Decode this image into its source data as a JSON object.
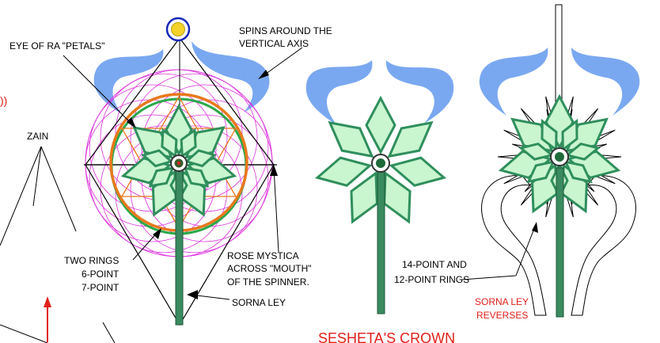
{
  "labels": {
    "eye_of_ra": "EYE OF RA \"PETALS\"",
    "spins_line1": "SPINS AROUND THE",
    "spins_line2": "VERTICAL AXIS",
    "zain": "ZAIN",
    "two_rings_line1": "TWO RINGS",
    "two_rings_line2": "6-POINT",
    "two_rings_line3": "7-POINT",
    "rose_line1": "ROSE MYSTICA",
    "rose_line2": "ACROSS \"MOUTH\"",
    "rose_line3": "OF THE SPINNER.",
    "sorna_ley": "SORNA LEY",
    "points_line1": "14-POINT AND",
    "points_line2": "12-POINT RINGS",
    "reverses_line1": "SORNA LEY",
    "reverses_line2": "REVERSES",
    "title": "SESHETA'S CROWN",
    "edge_fragment": "))"
  },
  "colors": {
    "petal_fill": "#c9f5cf",
    "petal_stroke": "#2f8f5c",
    "stem": "#3a8a5f",
    "wave": "#7aa8f0",
    "ring_orange": "#e8791d",
    "ring_green": "#2aa84a",
    "magenta": "#dd33dd",
    "accent_red": "#e0201a",
    "sun_gold": "#f3d22b",
    "sun_ring": "#1428b8"
  }
}
